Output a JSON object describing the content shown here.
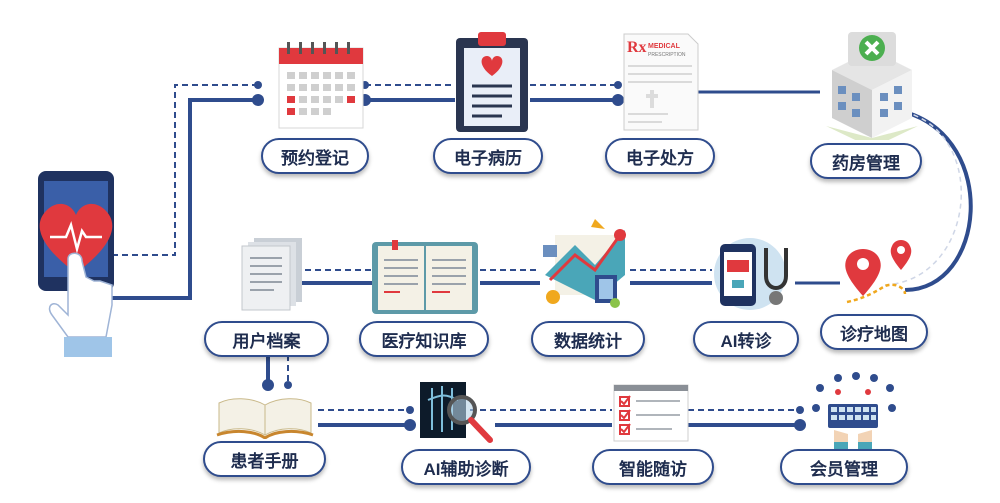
{
  "colors": {
    "line": "#2f4c8d",
    "accent_red": "#e0393e",
    "paper": "#f4f1e6",
    "teal": "#4aa6b8"
  },
  "labels": {
    "appointment": "预约登记",
    "emr": "电子病历",
    "e_prescription": "电子处方",
    "pharmacy": "药房管理",
    "user_archive": "用户档案",
    "knowledge_base": "医疗知识库",
    "statistics": "数据统计",
    "ai_referral": "AI转诊",
    "clinic_map": "诊疗地图",
    "patient_handbook": "患者手册",
    "ai_diagnosis": "AI辅助诊断",
    "followup": "智能随访",
    "membership": "会员管理"
  },
  "icons": {
    "phone": "phone-heart-hand-icon",
    "calendar": "calendar-icon",
    "clipboard": "clipboard-heart-icon",
    "prescription": "prescription-sheet-icon",
    "hospital": "hospital-building-icon",
    "file_stack": "file-stack-icon",
    "book": "open-book-icon",
    "data": "data-collage-icon",
    "ambulance_phone": "phone-stethoscope-icon",
    "map": "map-pins-icon",
    "handbook": "open-handbook-icon",
    "xray": "xray-magnifier-icon",
    "checklist": "checklist-icon",
    "keyboard": "keyboard-users-icon"
  },
  "prescription_sheet": {
    "rx": "Rx",
    "line1": "MEDICAL",
    "line2": "PRESCRIPTION"
  }
}
